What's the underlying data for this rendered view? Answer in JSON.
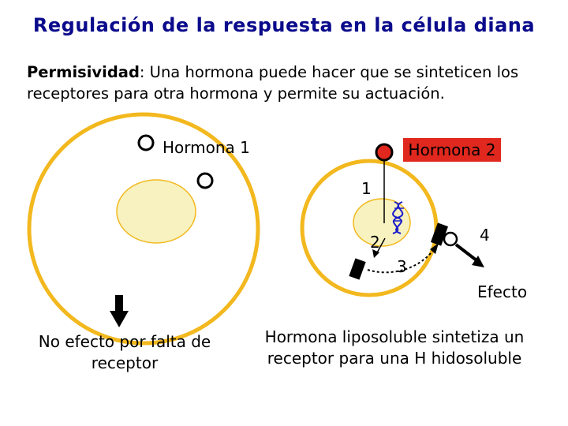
{
  "title": "Regulación de la respuesta en la célula diana",
  "intro": {
    "term": "Permisividad",
    "text": ": Una hormona puede hacer que se sinteticen los receptores para otra hormona y permite su actuación."
  },
  "labels": {
    "hormona1": "Hormona 1",
    "hormona2": "Hormona 2",
    "step1": "1",
    "step2": "2",
    "step3": "3",
    "step4": "4",
    "efecto": "Efecto",
    "no_efecto": "No efecto por falta de receptor",
    "liposoluble": "Hormona liposoluble sintetiza un receptor para una H hidosoluble"
  },
  "colors": {
    "title": "#0a0a8c",
    "cell_border": "#f2b81e",
    "nucleus_fill": "#f7f2bf",
    "hormona2_badge": "#e1281e"
  }
}
